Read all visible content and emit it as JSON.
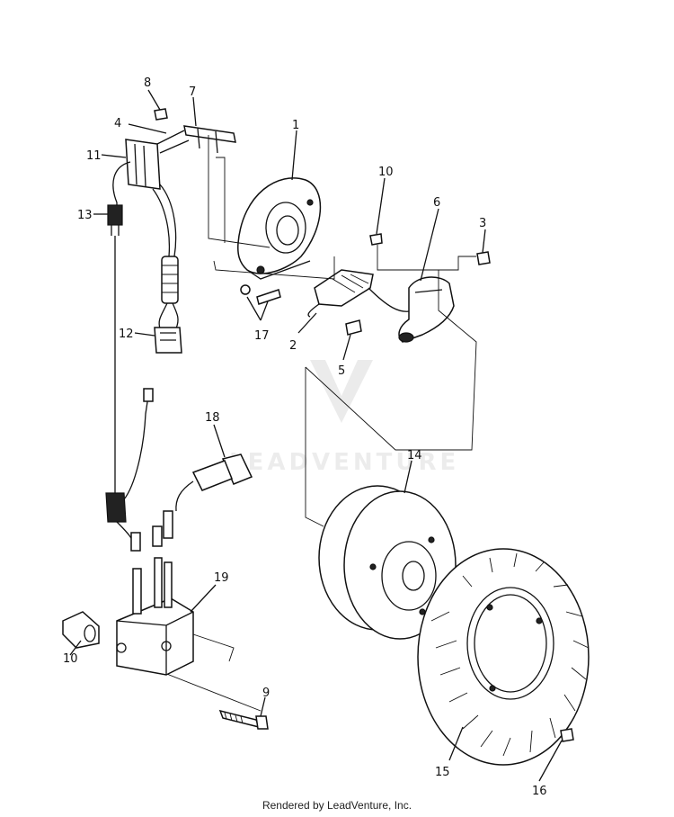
{
  "labels": {
    "c1": "1",
    "c2": "2",
    "c3": "3",
    "c4": "4",
    "c5": "5",
    "c6": "6",
    "c7": "7",
    "c8": "8",
    "c9": "9",
    "c10a": "10",
    "c10b": "10",
    "c11": "11",
    "c12": "12",
    "c13": "13",
    "c14": "14",
    "c15": "15",
    "c16": "16",
    "c17": "17",
    "c18": "18",
    "c19": "19"
  },
  "watermark": "LEADVENTURE",
  "footer": "Rendered by LeadVenture, Inc."
}
